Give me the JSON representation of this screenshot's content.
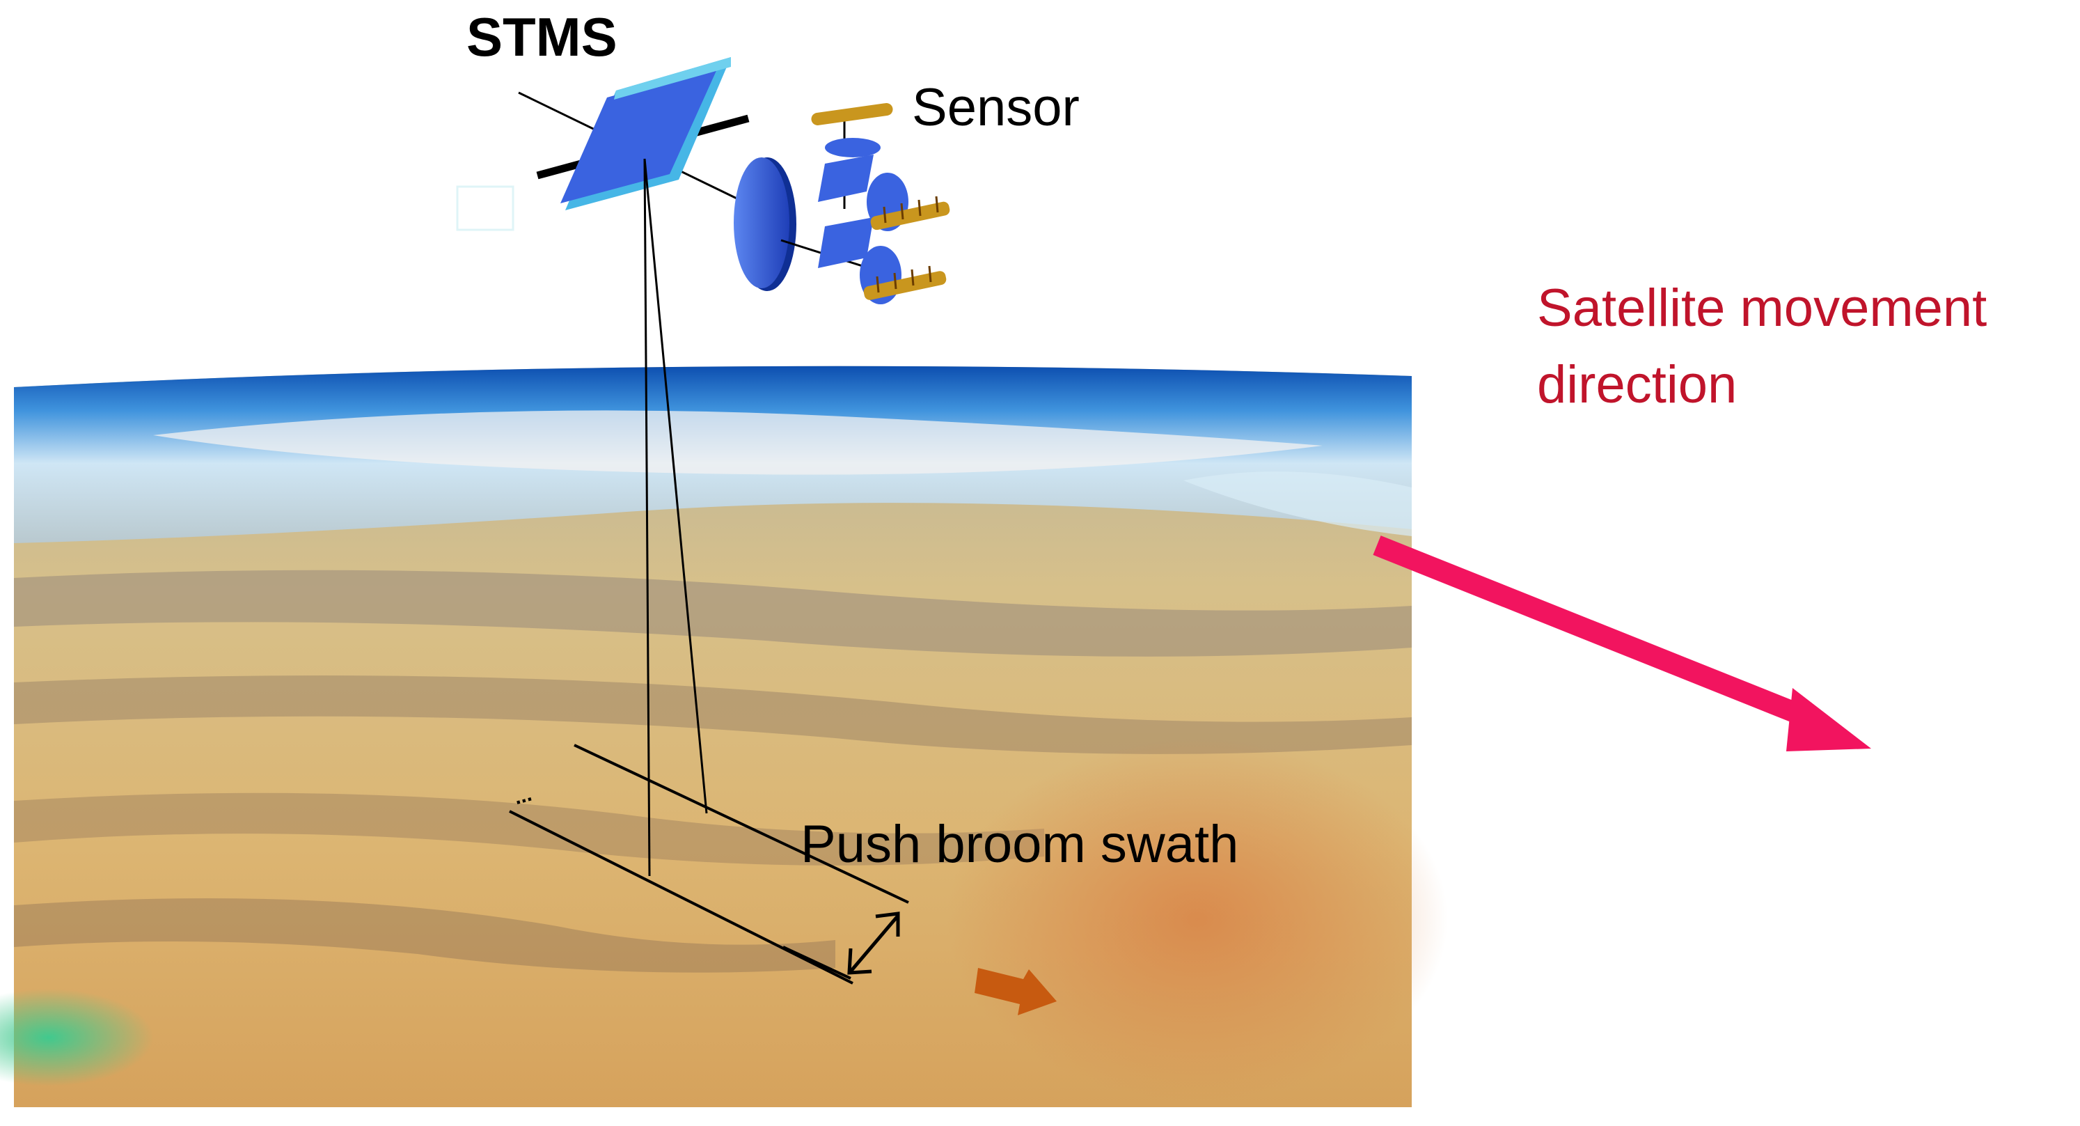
{
  "labels": {
    "stms": "STMS",
    "sensor": "Sensor",
    "swath": "Push broom swath",
    "movement_line1": "Satellite movement",
    "movement_line2": "direction",
    "ellipsis": "..."
  },
  "colors": {
    "movement_text": "#c0142b",
    "movement_arrow": "#f2145f",
    "ground_arrow": "#c75a10",
    "mirror_face": "#3a63e0",
    "mirror_edge": "#3fa9d8",
    "sensor_gold": "#c9961e",
    "sky_blue": "#2d7ed6",
    "terrain_tan": "#d2ae6e"
  },
  "icons": {
    "mirror": "scan-mirror-icon",
    "lens": "telescope-lens-icon",
    "detectors": "detector-array-icon",
    "movement": "arrow-right-down-icon",
    "ground_motion": "arrow-right-icon"
  }
}
